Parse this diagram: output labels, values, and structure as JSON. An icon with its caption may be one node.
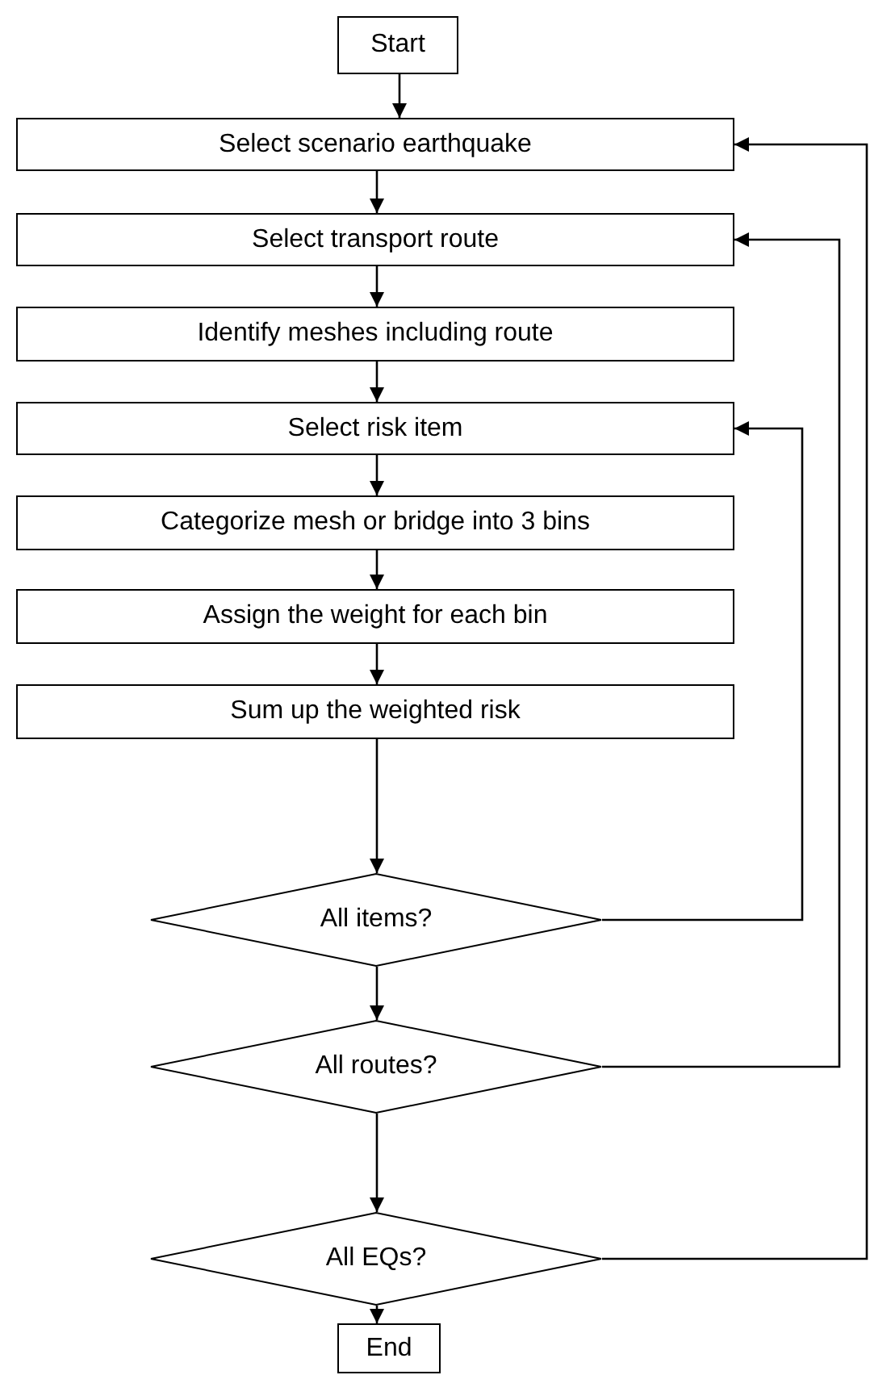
{
  "diagram": {
    "nodes": [
      {
        "text": [
          "Start"
        ]
      },
      {
        "text": [
          "Select scenario earthquake"
        ]
      },
      {
        "text": [
          "Select transport route"
        ]
      },
      {
        "text": [
          "Identify meshes including route"
        ]
      },
      {
        "text": [
          "Select risk item"
        ]
      },
      {
        "text": [
          "Categorize mesh or bridge into 3 bins"
        ]
      },
      {
        "text": [
          "Assign the weight for each bin"
        ]
      },
      {
        "text": [
          "Sum up the weighted risk"
        ]
      },
      {
        "text": [
          "All items?"
        ]
      },
      {
        "text": [
          "All routes?"
        ]
      },
      {
        "text": [
          "All EQs?"
        ]
      },
      {
        "text": [
          "End"
        ]
      }
    ],
    "edges": [
      {
        "from": 0,
        "to": 1,
        "arrow": "to"
      },
      {
        "from": 1,
        "to": 2,
        "arrow": "to"
      },
      {
        "from": 2,
        "to": 3,
        "arrow": "to"
      },
      {
        "from": 3,
        "to": 4,
        "arrow": "to"
      },
      {
        "from": 4,
        "to": 5,
        "arrow": "to"
      },
      {
        "from": 5,
        "to": 6,
        "arrow": "to"
      },
      {
        "from": 6,
        "to": 7,
        "arrow": "to"
      },
      {
        "from": 7,
        "to": 8,
        "arrow": "to"
      },
      {
        "from": 8,
        "to": 9,
        "arrow": "to"
      },
      {
        "from": 9,
        "to": 10,
        "arrow": "to"
      },
      {
        "from": 10,
        "to": 11,
        "arrow": "to"
      },
      {
        "from": 8,
        "to": 4,
        "arrow": "to"
      },
      {
        "from": 9,
        "to": 2,
        "arrow": "to"
      },
      {
        "from": 10,
        "to": 1,
        "arrow": "to"
      }
    ]
  }
}
